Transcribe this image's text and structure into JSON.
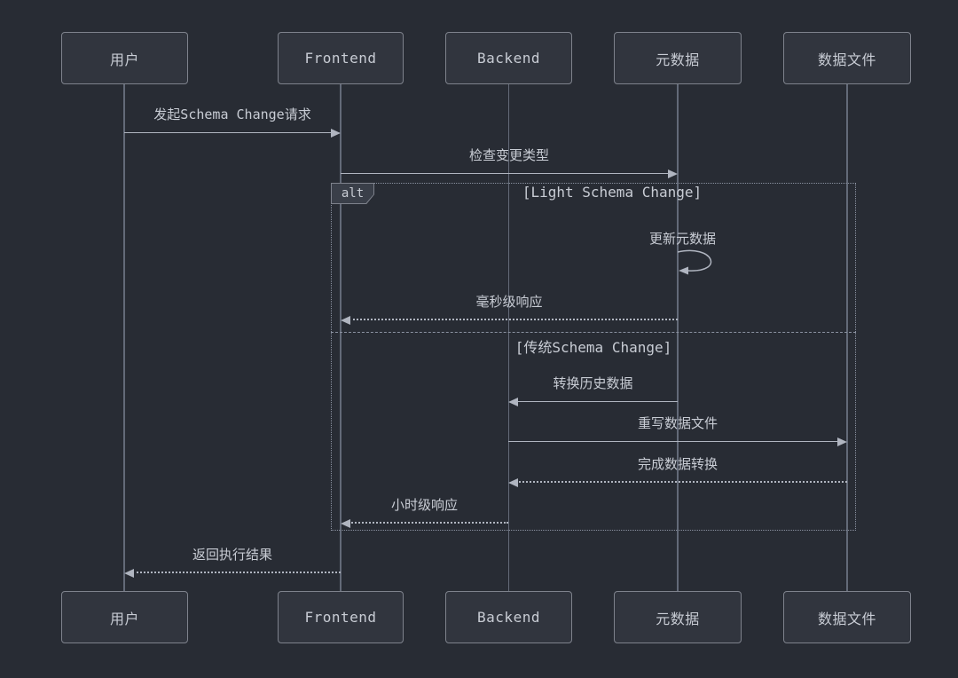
{
  "diagram": {
    "type": "sequence-diagram",
    "theme": "dark",
    "participants": [
      {
        "label": "用户"
      },
      {
        "label": "Frontend"
      },
      {
        "label": "Backend"
      },
      {
        "label": "元数据"
      },
      {
        "label": "数据文件"
      }
    ],
    "messages": [
      {
        "from": "用户",
        "to": "Frontend",
        "label": "发起Schema Change请求",
        "line": "solid",
        "direction": "right"
      },
      {
        "from": "Frontend",
        "to": "元数据",
        "label": "检查变更类型",
        "line": "solid",
        "direction": "right"
      },
      {
        "from": "元数据",
        "to": "元数据",
        "label": "更新元数据",
        "line": "self-loop",
        "direction": "self"
      },
      {
        "from": "元数据",
        "to": "Frontend",
        "label": "毫秒级响应",
        "line": "dotted",
        "direction": "left"
      },
      {
        "from": "元数据",
        "to": "Backend",
        "label": "转换历史数据",
        "line": "solid",
        "direction": "left"
      },
      {
        "from": "Backend",
        "to": "数据文件",
        "label": "重写数据文件",
        "line": "solid",
        "direction": "right"
      },
      {
        "from": "数据文件",
        "to": "Backend",
        "label": "完成数据转换",
        "line": "dotted",
        "direction": "left"
      },
      {
        "from": "Backend",
        "to": "Frontend",
        "label": "小时级响应",
        "line": "dotted",
        "direction": "left"
      },
      {
        "from": "Frontend",
        "to": "用户",
        "label": "返回执行结果",
        "line": "dotted",
        "direction": "left"
      }
    ],
    "alt_frame": {
      "operator": "alt",
      "sections": [
        {
          "condition": "[Light Schema Change]"
        },
        {
          "condition": "[传统Schema Change]"
        }
      ]
    },
    "colors": {
      "background": "#282c34",
      "actor_fill": "#31353e",
      "actor_border": "#7e828c",
      "text": "#c8ccd4",
      "message_line": "#b0b5c0",
      "lifeline": "#636a78",
      "frame_border": "#8a91a0"
    }
  }
}
